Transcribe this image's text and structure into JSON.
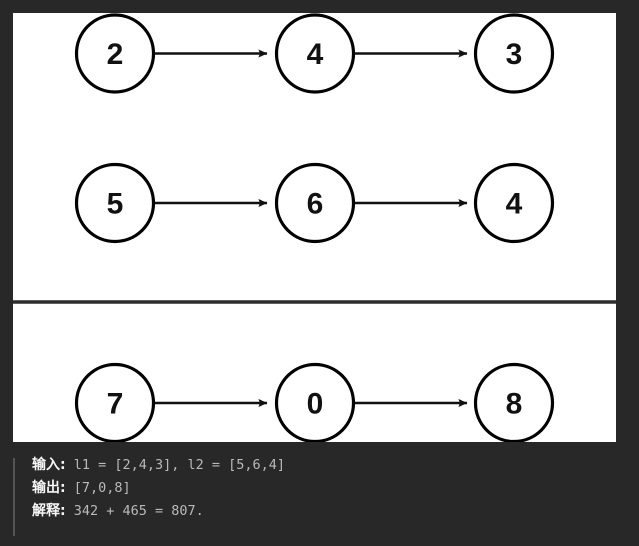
{
  "theme": {
    "background": "#282828",
    "panel_background": "#ffffff",
    "node_stroke": "#000000",
    "edge_color": "#111111",
    "divider_color": "#2c2c2c",
    "caption_key_color": "#f5f5f5",
    "caption_value_color": "#b9b9b9",
    "caption_rule_color": "#545454"
  },
  "diagram": {
    "type": "linked-list",
    "rows": [
      {
        "name": "list-l1",
        "nodes": [
          {
            "value": "2"
          },
          {
            "value": "4"
          },
          {
            "value": "3"
          }
        ]
      },
      {
        "name": "list-l2",
        "nodes": [
          {
            "value": "5"
          },
          {
            "value": "6"
          },
          {
            "value": "4"
          }
        ]
      },
      {
        "name": "list-result",
        "nodes": [
          {
            "value": "7"
          },
          {
            "value": "0"
          },
          {
            "value": "8"
          }
        ]
      }
    ]
  },
  "caption": {
    "lines": [
      {
        "key": "输入:",
        "value": " l1 = [2,4,3], l2 = [5,6,4]"
      },
      {
        "key": "输出:",
        "value": " [7,0,8]"
      },
      {
        "key": "解释:",
        "value": " 342 + 465 = 807."
      }
    ]
  }
}
